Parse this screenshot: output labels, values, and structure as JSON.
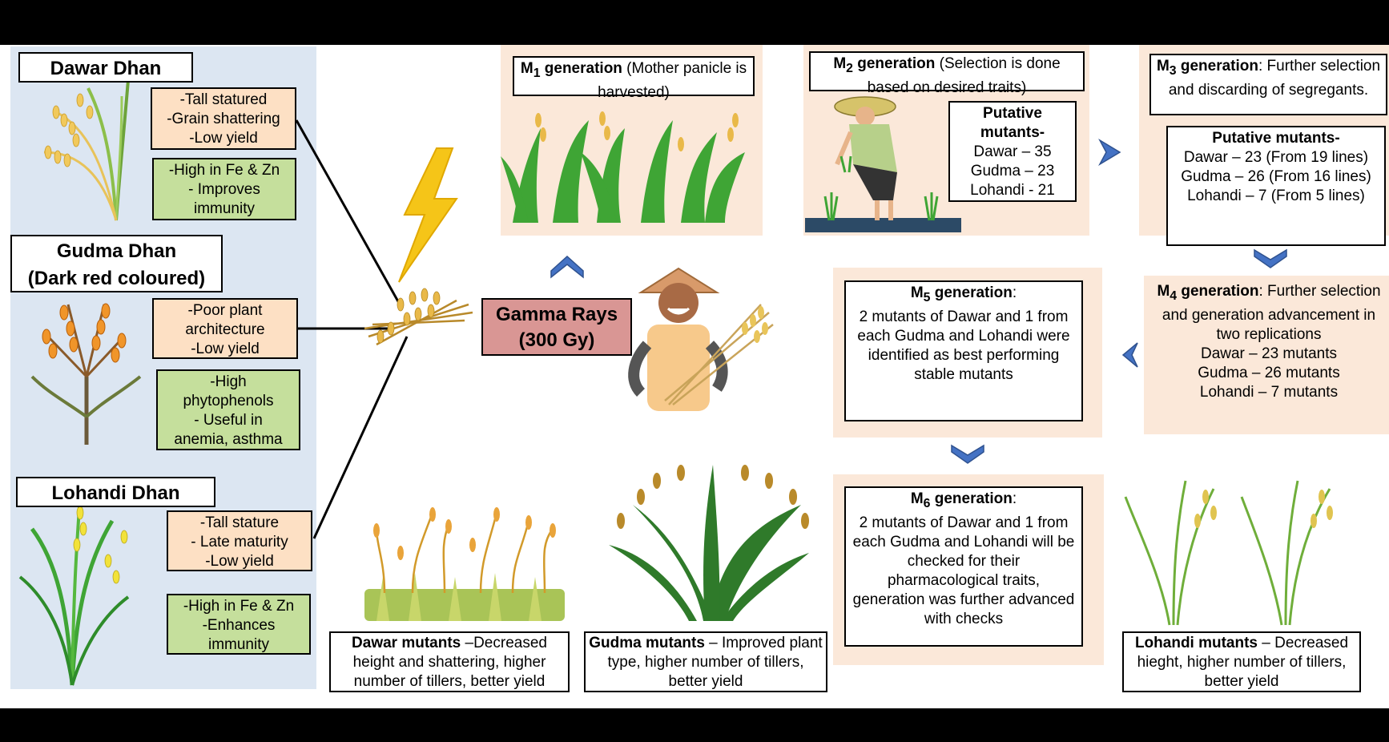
{
  "varieties": [
    {
      "name": "Dawar Dhan",
      "traits": [
        "-Tall statured",
        "-Grain shattering",
        "-Low yield"
      ],
      "benefits": [
        "-High in Fe & Zn",
        "- Improves",
        "immunity"
      ]
    },
    {
      "name": "Gudma Dhan",
      "name2": "(Dark red coloured)",
      "traits": [
        "-Poor plant",
        "architecture",
        "-Low yield"
      ],
      "benefits": [
        "-High",
        "phytophenols",
        "- Useful in",
        "anemia, asthma"
      ]
    },
    {
      "name": "Lohandi Dhan",
      "traits": [
        "-Tall stature",
        "- Late maturity",
        "-Low yield"
      ],
      "benefits": [
        "-High in Fe & Zn",
        "-Enhances",
        "immunity"
      ]
    }
  ],
  "gamma": {
    "line1": "Gamma Rays",
    "line2": "(300 Gy)"
  },
  "m1": {
    "label": "M",
    "sub": "1",
    "bold": " generation",
    "rest": " (Mother panicle is harvested)"
  },
  "m2": {
    "label": "M",
    "sub": "2",
    "bold": " generation",
    "rest": " (Selection is done based on desired traits)",
    "putative_title": "Putative mutants-",
    "counts": [
      "Dawar – 35",
      "Gudma – 23",
      "Lohandi - 21"
    ]
  },
  "m3": {
    "label": "M",
    "sub": "3",
    "bold": " generation",
    "rest": ": Further selection and discarding of segregants.",
    "putative_title": "Putative mutants-",
    "counts": [
      "Dawar – 23 (From 19 lines)",
      "Gudma – 26 (From 16 lines)",
      "Lohandi – 7 (From 5 lines)"
    ]
  },
  "m4": {
    "label": "M",
    "sub": "4",
    "bold": " generation",
    "rest": ": Further selection and generation advancement in two replications",
    "counts": [
      "Dawar – 23 mutants",
      "Gudma – 26 mutants",
      "Lohandi – 7 mutants"
    ]
  },
  "m5": {
    "label": "M",
    "sub": "5",
    "bold": " generation",
    "rest": ":",
    "body": "2 mutants of Dawar and 1 from each Gudma and Lohandi were identified as best performing stable mutants"
  },
  "m6": {
    "label": "M",
    "sub": "6",
    "bold": " generation",
    "rest": ":",
    "body": "2 mutants of Dawar and 1 from each Gudma and Lohandi will be checked for their pharmacological traits, generation was further advanced with checks"
  },
  "results": [
    {
      "bold": "Dawar mutants",
      "rest": " –Decreased height and shattering, higher number of tillers, better yield"
    },
    {
      "bold": "Gudma mutants",
      "rest": " – Improved plant type, higher number of tillers, better yield"
    },
    {
      "bold": "Lohandi mutants",
      "rest": " – Decreased hieght, higher number of tillers, better yield"
    }
  ],
  "colors": {
    "left_panel": "#dce6f2",
    "peach": "#fde0c4",
    "green": "#c5df9c",
    "gamma_box": "#d99694",
    "arrow": "#4472c4",
    "bolt": "#f5c518"
  },
  "icons": [
    "lightning-icon",
    "rice-plant-icon",
    "farmer-icon",
    "chevron-icon"
  ]
}
